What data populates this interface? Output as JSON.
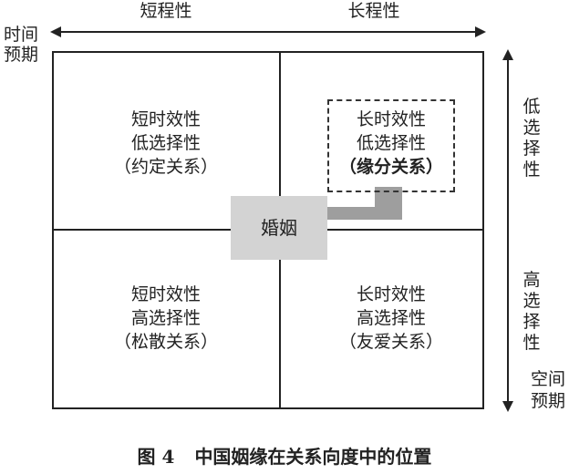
{
  "axes": {
    "short_term": "短程性",
    "long_term": "长程性",
    "time_line1": "时间",
    "time_line2": "预期",
    "low_select": [
      "低",
      "选",
      "择",
      "性"
    ],
    "high_select": [
      "高",
      "选",
      "择",
      "性"
    ],
    "space_line1": "空间",
    "space_line2": "预期"
  },
  "quadrants": {
    "top_left": {
      "line1": "短时效性",
      "line2": "低选择性",
      "line3": "（约定关系）"
    },
    "top_right": {
      "line1": "长时效性",
      "line2": "低选择性",
      "line3": "（缘分关系）"
    },
    "bottom_left": {
      "line1": "短时效性",
      "line2": "高选择性",
      "line3": "（松散关系）"
    },
    "bottom_right": {
      "line1": "长时效性",
      "line2": "高选择性",
      "line3": "（友爱关系）"
    }
  },
  "marriage": "婚姻",
  "caption": {
    "number": "图 4",
    "text": "中国姻缘在关系向度中的位置"
  },
  "colors": {
    "arrow_fill": "#9e9e9e",
    "marriage_bg": "#d3d3d3",
    "line": "#222222"
  }
}
